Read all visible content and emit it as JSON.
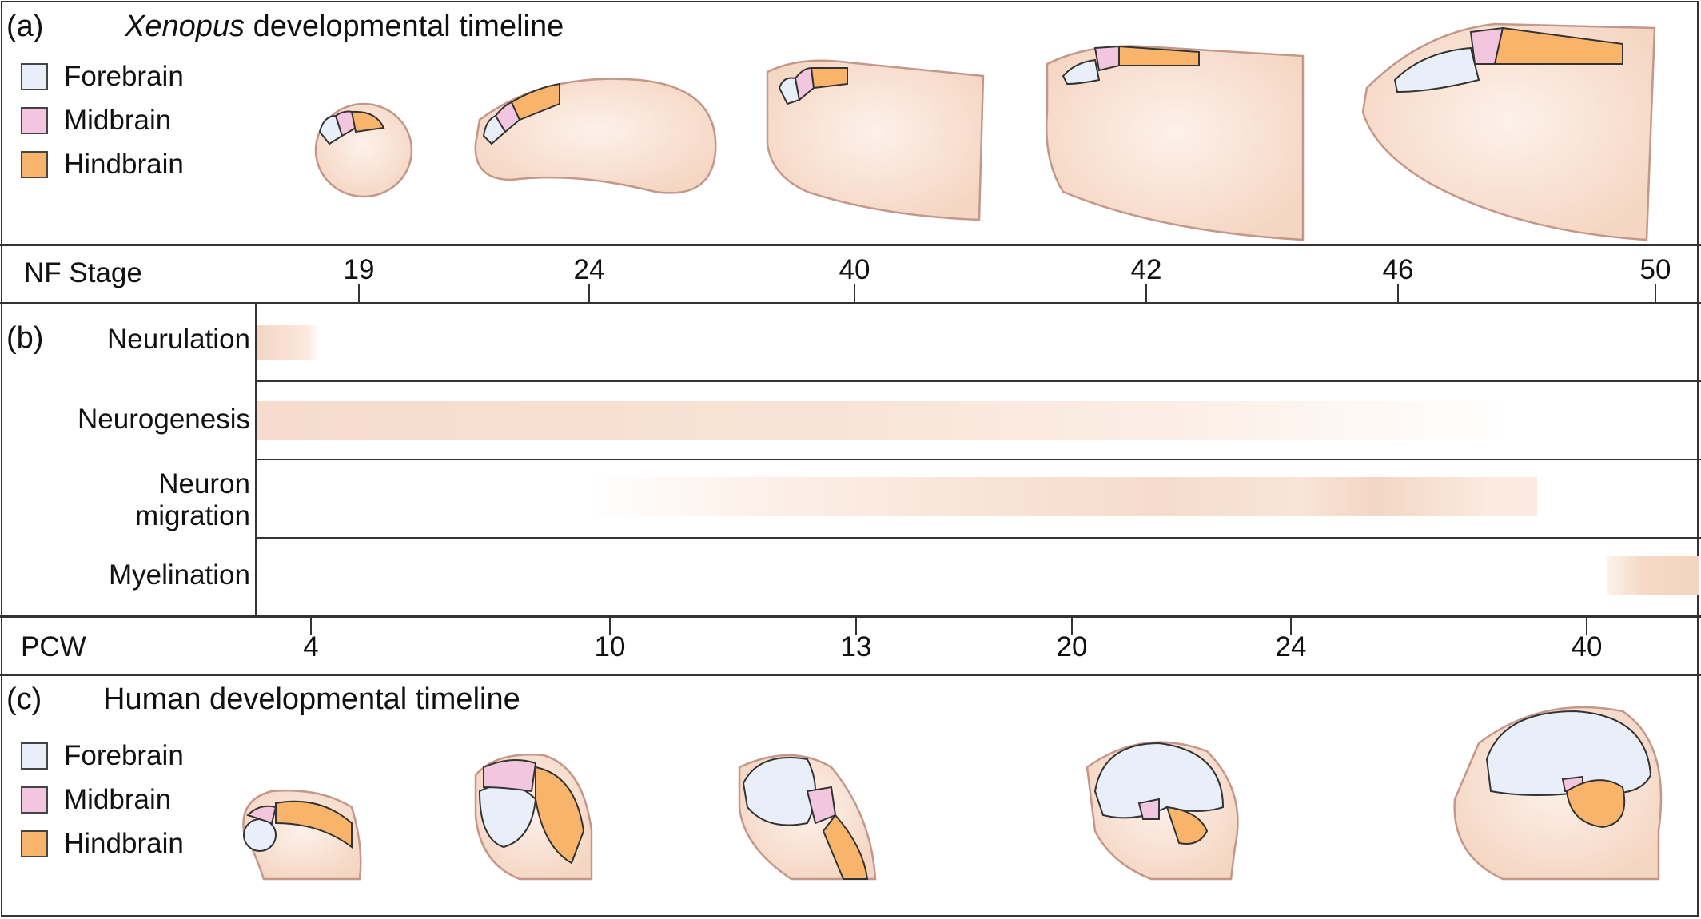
{
  "panel_a": {
    "label": "(a)",
    "title_italic": "Xenopus",
    "title_rest": " developmental timeline",
    "legend": [
      {
        "label": "Forebrain",
        "color": "#e8eff8"
      },
      {
        "label": "Midbrain",
        "color": "#f2c6de"
      },
      {
        "label": "Hindbrain",
        "color": "#f9b46c"
      }
    ]
  },
  "nf_axis": {
    "label": "NF Stage",
    "ticks": [
      "19",
      "24",
      "40",
      "42",
      "46",
      "50"
    ]
  },
  "panel_b": {
    "label": "(b)",
    "rows": [
      {
        "label": "Neurulation"
      },
      {
        "label": "Neurogenesis"
      },
      {
        "label_line1": "Neuron",
        "label_line2": "migration"
      },
      {
        "label": "Myelination"
      }
    ],
    "bar_color": "#f5d6c4"
  },
  "pcw_axis": {
    "label": "PCW",
    "ticks": [
      "4",
      "10",
      "13",
      "20",
      "24",
      "40"
    ]
  },
  "panel_c": {
    "label": "(c)",
    "title": "Human developmental timeline",
    "legend": [
      {
        "label": "Forebrain",
        "color": "#e8eff8"
      },
      {
        "label": "Midbrain",
        "color": "#f2c6de"
      },
      {
        "label": "Hindbrain",
        "color": "#f9b46c"
      }
    ]
  },
  "colors": {
    "skin": "#f8e0d0",
    "skin_stroke": "#c3978a",
    "line": "#333333"
  }
}
